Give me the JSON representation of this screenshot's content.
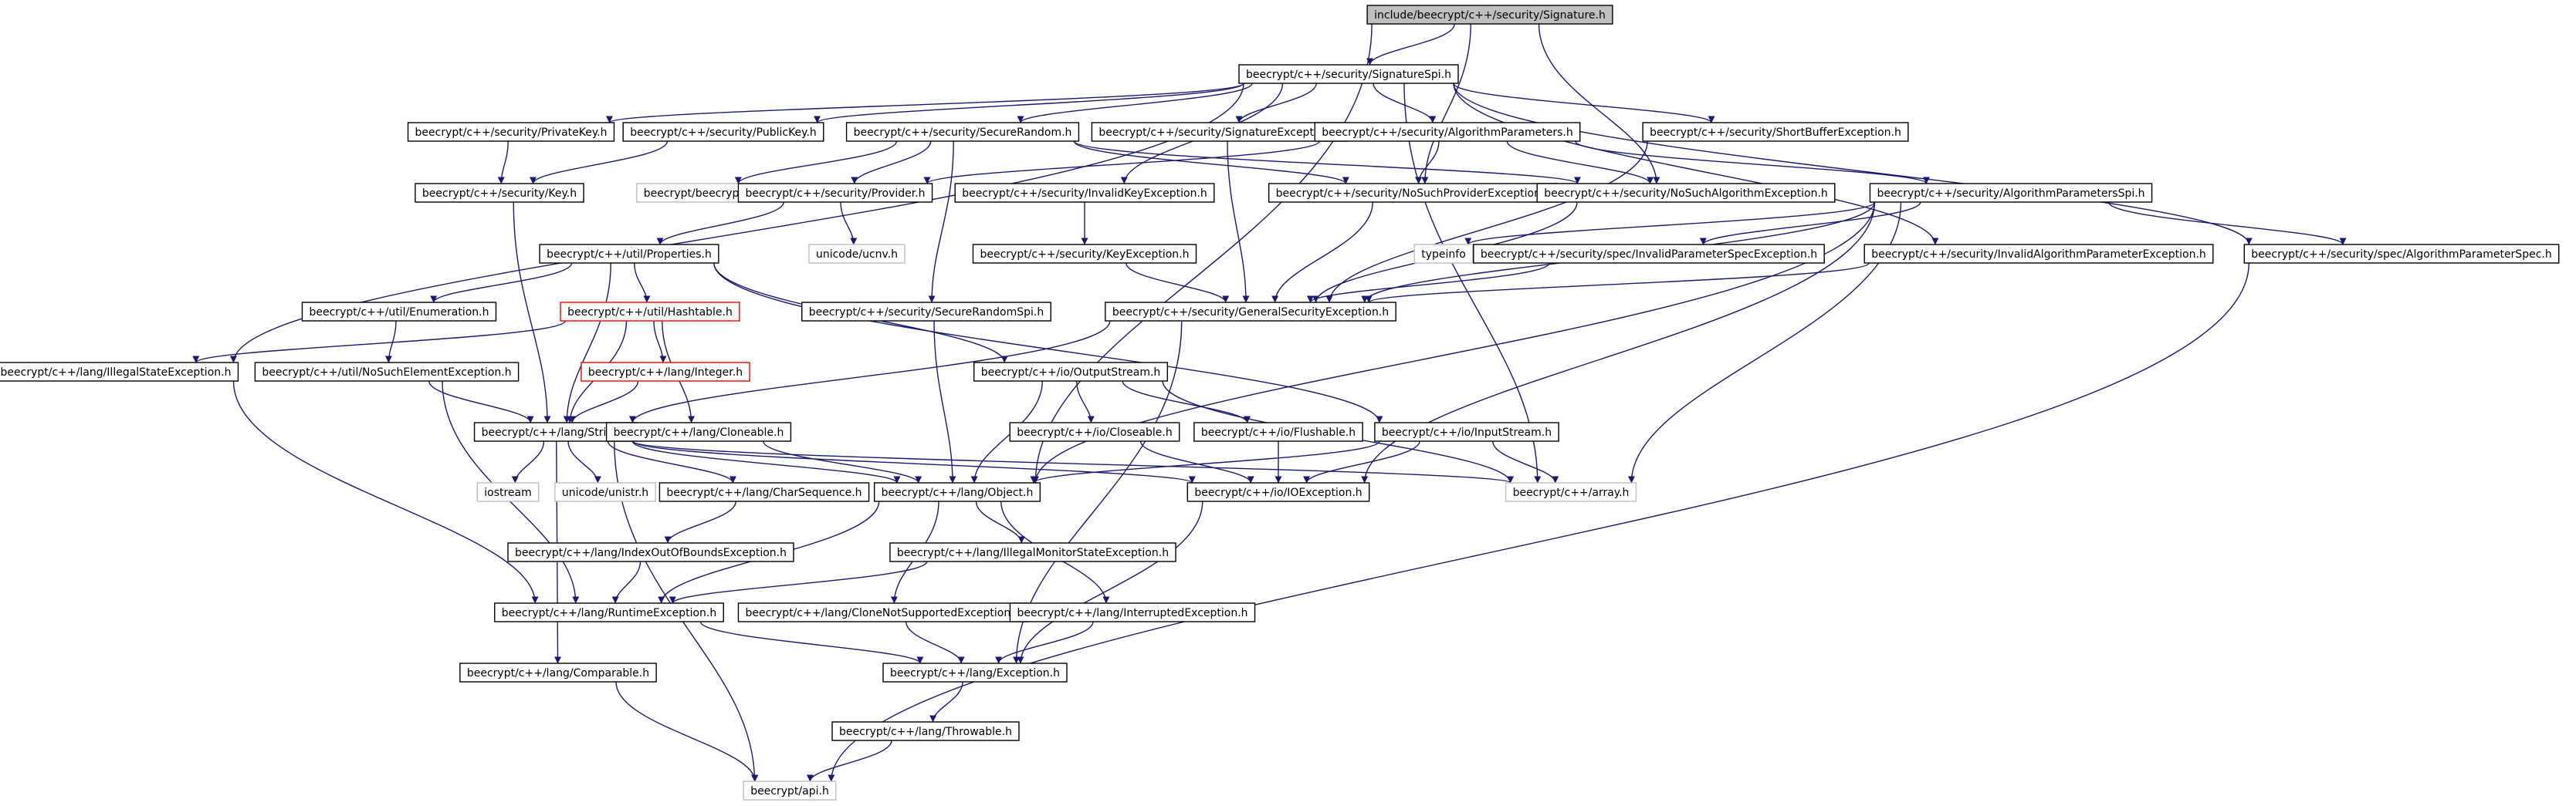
{
  "graph": {
    "colors": {
      "edge": "#191970",
      "node_border": "#000000",
      "root_fill": "#bfbfbf",
      "incomplete_border": "#ff0000",
      "external_border": "#bfbfbf",
      "background": "#ffffff"
    },
    "nodes": [
      {
        "id": "root",
        "label": "include/beecrypt/c++/security/Signature.h",
        "kind": "root"
      },
      {
        "id": "signspi",
        "label": "beecrypt/c++/security/SignatureSpi.h",
        "kind": "normal"
      },
      {
        "id": "privkey",
        "label": "beecrypt/c++/security/PrivateKey.h",
        "kind": "normal"
      },
      {
        "id": "pubkey",
        "label": "beecrypt/c++/security/PublicKey.h",
        "kind": "normal"
      },
      {
        "id": "securerandom",
        "label": "beecrypt/c++/security/SecureRandom.h",
        "kind": "normal"
      },
      {
        "id": "sigexc",
        "label": "beecrypt/c++/security/SignatureException.h",
        "kind": "normal"
      },
      {
        "id": "algparams",
        "label": "beecrypt/c++/security/AlgorithmParameters.h",
        "kind": "normal"
      },
      {
        "id": "shortbuf",
        "label": "beecrypt/c++/security/ShortBufferException.h",
        "kind": "normal"
      },
      {
        "id": "key",
        "label": "beecrypt/c++/security/Key.h",
        "kind": "normal"
      },
      {
        "id": "beecrypt",
        "label": "beecrypt/beecrypt.h",
        "kind": "external"
      },
      {
        "id": "provider",
        "label": "beecrypt/c++/security/Provider.h",
        "kind": "normal"
      },
      {
        "id": "invkey",
        "label": "beecrypt/c++/security/InvalidKeyException.h",
        "kind": "normal"
      },
      {
        "id": "nosuchprov",
        "label": "beecrypt/c++/security/NoSuchProviderException.h",
        "kind": "normal"
      },
      {
        "id": "nosuchalg",
        "label": "beecrypt/c++/security/NoSuchAlgorithmException.h",
        "kind": "normal"
      },
      {
        "id": "algparamsspi",
        "label": "beecrypt/c++/security/AlgorithmParametersSpi.h",
        "kind": "normal"
      },
      {
        "id": "ucnv",
        "label": "unicode/ucnv.h",
        "kind": "external"
      },
      {
        "id": "keyexc",
        "label": "beecrypt/c++/security/KeyException.h",
        "kind": "normal"
      },
      {
        "id": "typeinfo",
        "label": "typeinfo",
        "kind": "external"
      },
      {
        "id": "invparamspec",
        "label": "beecrypt/c++/security/spec/InvalidParameterSpecException.h",
        "kind": "normal"
      },
      {
        "id": "invalgparam",
        "label": "beecrypt/c++/security/InvalidAlgorithmParameterException.h",
        "kind": "normal"
      },
      {
        "id": "algparamspec",
        "label": "beecrypt/c++/security/spec/AlgorithmParameterSpec.h",
        "kind": "normal"
      },
      {
        "id": "properties",
        "label": "beecrypt/c++/util/Properties.h",
        "kind": "normal"
      },
      {
        "id": "enumeration",
        "label": "beecrypt/c++/util/Enumeration.h",
        "kind": "normal"
      },
      {
        "id": "hashtable",
        "label": "beecrypt/c++/util/Hashtable.h",
        "kind": "incomplete"
      },
      {
        "id": "securerandomspi",
        "label": "beecrypt/c++/security/SecureRandomSpi.h",
        "kind": "normal"
      },
      {
        "id": "gensecexc",
        "label": "beecrypt/c++/security/GeneralSecurityException.h",
        "kind": "normal"
      },
      {
        "id": "illegalstate",
        "label": "beecrypt/c++/lang/IllegalStateException.h",
        "kind": "normal"
      },
      {
        "id": "nosuchelem",
        "label": "beecrypt/c++/util/NoSuchElementException.h",
        "kind": "normal"
      },
      {
        "id": "integer",
        "label": "beecrypt/c++/lang/Integer.h",
        "kind": "incomplete"
      },
      {
        "id": "outputstream",
        "label": "beecrypt/c++/io/OutputStream.h",
        "kind": "normal"
      },
      {
        "id": "string",
        "label": "beecrypt/c++/lang/String.h",
        "kind": "normal"
      },
      {
        "id": "cloneable",
        "label": "beecrypt/c++/lang/Cloneable.h",
        "kind": "normal"
      },
      {
        "id": "closeable",
        "label": "beecrypt/c++/io/Closeable.h",
        "kind": "normal"
      },
      {
        "id": "flushable",
        "label": "beecrypt/c++/io/Flushable.h",
        "kind": "normal"
      },
      {
        "id": "inputstream",
        "label": "beecrypt/c++/io/InputStream.h",
        "kind": "normal"
      },
      {
        "id": "iostream",
        "label": "iostream",
        "kind": "external"
      },
      {
        "id": "unistr",
        "label": "unicode/unistr.h",
        "kind": "external"
      },
      {
        "id": "charseq",
        "label": "beecrypt/c++/lang/CharSequence.h",
        "kind": "normal"
      },
      {
        "id": "object",
        "label": "beecrypt/c++/lang/Object.h",
        "kind": "normal"
      },
      {
        "id": "ioexc",
        "label": "beecrypt/c++/io/IOException.h",
        "kind": "normal"
      },
      {
        "id": "array",
        "label": "beecrypt/c++/array.h",
        "kind": "external"
      },
      {
        "id": "indexoob",
        "label": "beecrypt/c++/lang/IndexOutOfBoundsException.h",
        "kind": "normal"
      },
      {
        "id": "illegalmon",
        "label": "beecrypt/c++/lang/IllegalMonitorStateException.h",
        "kind": "normal"
      },
      {
        "id": "runtimeexc",
        "label": "beecrypt/c++/lang/RuntimeException.h",
        "kind": "normal"
      },
      {
        "id": "clonenotsup",
        "label": "beecrypt/c++/lang/CloneNotSupportedException.h",
        "kind": "normal"
      },
      {
        "id": "interrupted",
        "label": "beecrypt/c++/lang/InterruptedException.h",
        "kind": "normal"
      },
      {
        "id": "comparable",
        "label": "beecrypt/c++/lang/Comparable.h",
        "kind": "normal"
      },
      {
        "id": "exception",
        "label": "beecrypt/c++/lang/Exception.h",
        "kind": "normal"
      },
      {
        "id": "throwable",
        "label": "beecrypt/c++/lang/Throwable.h",
        "kind": "normal"
      },
      {
        "id": "api",
        "label": "beecrypt/api.h",
        "kind": "external"
      }
    ],
    "edges": [
      [
        "root",
        "signspi"
      ],
      [
        "root",
        "object"
      ],
      [
        "root",
        "nosuchprov"
      ],
      [
        "root",
        "nosuchalg"
      ],
      [
        "signspi",
        "privkey"
      ],
      [
        "signspi",
        "pubkey"
      ],
      [
        "signspi",
        "securerandom"
      ],
      [
        "signspi",
        "sigexc"
      ],
      [
        "signspi",
        "algparams"
      ],
      [
        "signspi",
        "shortbuf"
      ],
      [
        "signspi",
        "invkey"
      ],
      [
        "signspi",
        "invalgparam"
      ],
      [
        "signspi",
        "algparamspec"
      ],
      [
        "signspi",
        "illegalstate"
      ],
      [
        "signspi",
        "array"
      ],
      [
        "privkey",
        "key"
      ],
      [
        "pubkey",
        "key"
      ],
      [
        "securerandom",
        "beecrypt"
      ],
      [
        "securerandom",
        "provider"
      ],
      [
        "securerandom",
        "nosuchprov"
      ],
      [
        "securerandom",
        "nosuchalg"
      ],
      [
        "securerandom",
        "securerandomspi"
      ],
      [
        "sigexc",
        "gensecexc"
      ],
      [
        "algparams",
        "provider"
      ],
      [
        "algparams",
        "nosuchprov"
      ],
      [
        "algparams",
        "nosuchalg"
      ],
      [
        "algparams",
        "algparamsspi"
      ],
      [
        "shortbuf",
        "gensecexc"
      ],
      [
        "key",
        "string"
      ],
      [
        "provider",
        "ucnv"
      ],
      [
        "provider",
        "properties"
      ],
      [
        "invkey",
        "keyexc"
      ],
      [
        "keyexc",
        "gensecexc"
      ],
      [
        "nosuchprov",
        "gensecexc"
      ],
      [
        "nosuchalg",
        "gensecexc"
      ],
      [
        "algparamsspi",
        "typeinfo"
      ],
      [
        "algparamsspi",
        "invparamspec"
      ],
      [
        "algparamsspi",
        "algparamspec"
      ],
      [
        "algparamsspi",
        "gensecexc"
      ],
      [
        "algparamsspi",
        "object"
      ],
      [
        "algparamsspi",
        "ioexc"
      ],
      [
        "algparamsspi",
        "array"
      ],
      [
        "invparamspec",
        "gensecexc"
      ],
      [
        "invalgparam",
        "gensecexc"
      ],
      [
        "algparamspec",
        "api"
      ],
      [
        "properties",
        "enumeration"
      ],
      [
        "properties",
        "hashtable"
      ],
      [
        "properties",
        "string"
      ],
      [
        "properties",
        "outputstream"
      ],
      [
        "properties",
        "inputstream"
      ],
      [
        "enumeration",
        "nosuchelem"
      ],
      [
        "hashtable",
        "illegalstate"
      ],
      [
        "hashtable",
        "integer"
      ],
      [
        "hashtable",
        "cloneable"
      ],
      [
        "hashtable",
        "string"
      ],
      [
        "securerandomspi",
        "object"
      ],
      [
        "gensecexc",
        "string"
      ],
      [
        "gensecexc",
        "exception"
      ],
      [
        "illegalstate",
        "runtimeexc"
      ],
      [
        "nosuchelem",
        "string"
      ],
      [
        "nosuchelem",
        "runtimeexc"
      ],
      [
        "integer",
        "string"
      ],
      [
        "outputstream",
        "closeable"
      ],
      [
        "outputstream",
        "flushable"
      ],
      [
        "outputstream",
        "object"
      ],
      [
        "outputstream",
        "array"
      ],
      [
        "string",
        "iostream"
      ],
      [
        "string",
        "unistr"
      ],
      [
        "string",
        "charseq"
      ],
      [
        "string",
        "object"
      ],
      [
        "string",
        "array"
      ],
      [
        "string",
        "comparable"
      ],
      [
        "string",
        "api"
      ],
      [
        "string",
        "ioexc"
      ],
      [
        "cloneable",
        "object"
      ],
      [
        "closeable",
        "ioexc"
      ],
      [
        "flushable",
        "ioexc"
      ],
      [
        "inputstream",
        "object"
      ],
      [
        "inputstream",
        "ioexc"
      ],
      [
        "inputstream",
        "array"
      ],
      [
        "charseq",
        "indexoob"
      ],
      [
        "object",
        "illegalmon"
      ],
      [
        "object",
        "runtimeexc"
      ],
      [
        "object",
        "clonenotsup"
      ],
      [
        "object",
        "interrupted"
      ],
      [
        "ioexc",
        "exception"
      ],
      [
        "indexoob",
        "runtimeexc"
      ],
      [
        "illegalmon",
        "runtimeexc"
      ],
      [
        "runtimeexc",
        "exception"
      ],
      [
        "clonenotsup",
        "exception"
      ],
      [
        "interrupted",
        "exception"
      ],
      [
        "comparable",
        "api"
      ],
      [
        "exception",
        "throwable"
      ],
      [
        "throwable",
        "api"
      ]
    ]
  }
}
